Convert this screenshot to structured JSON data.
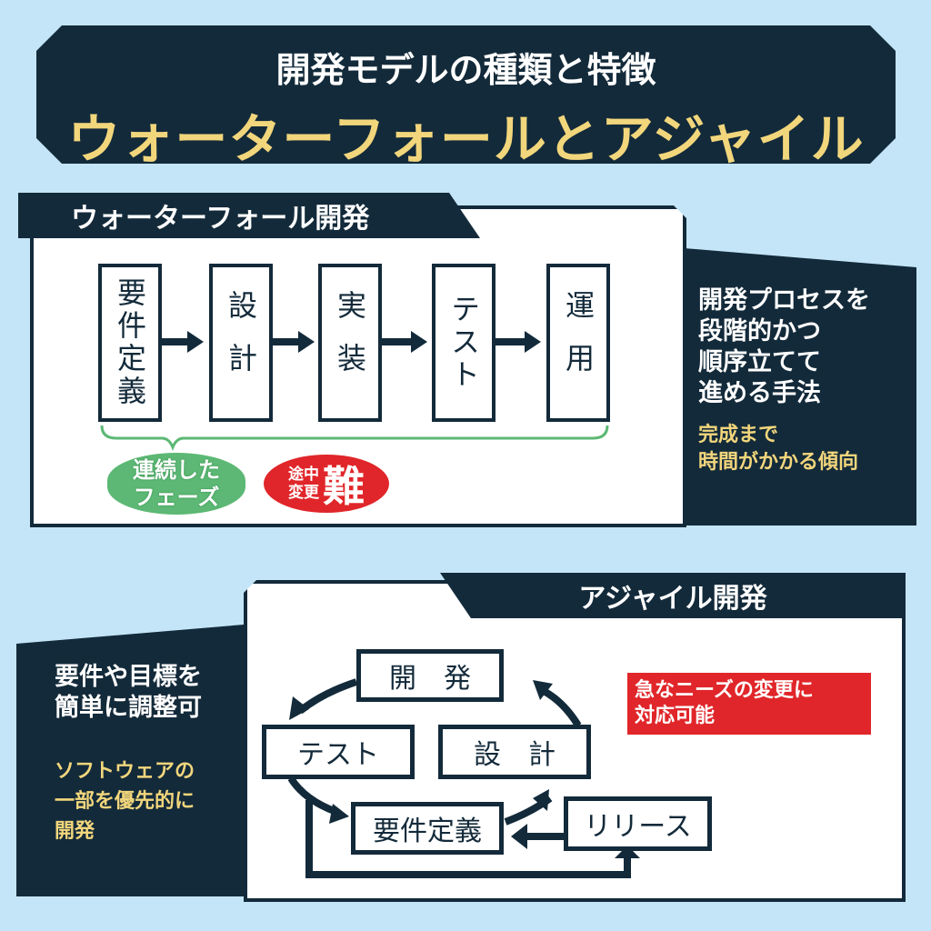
{
  "title": {
    "line1": "開発モデルの種類と特徴",
    "line2": "ウォーターフォールとアジャイル"
  },
  "waterfall": {
    "tab_label": "ウォーターフォール開発",
    "steps": [
      "要件定義",
      "設計",
      "実装",
      "テスト",
      "運用"
    ],
    "badge_green": {
      "line1": "連続した",
      "line2": "フェーズ"
    },
    "badge_red": {
      "small1": "途中",
      "small2": "変更",
      "big": "難"
    },
    "description": [
      "開発プロセスを",
      "段階的かつ",
      "順序立てて",
      "進める手法"
    ],
    "note": [
      "完成まで",
      "時間がかかる傾向"
    ]
  },
  "agile": {
    "tab_label": "アジャイル開発",
    "cycle": {
      "develop": "開　発",
      "test": "テスト",
      "design": "設　計",
      "requirements": "要件定義",
      "release": "リリース"
    },
    "callout": [
      "急なニーズの変更に",
      "対応可能"
    ],
    "description": [
      "要件や目標を",
      "簡単に調整可"
    ],
    "note": [
      "ソフトウェアの",
      "一部を優先的に",
      "開発"
    ]
  },
  "colors": {
    "navy": "#132a3a",
    "yellow": "#f2d67c",
    "green": "#5cb874",
    "red": "#e0262a",
    "background": "#c4e5f8"
  }
}
